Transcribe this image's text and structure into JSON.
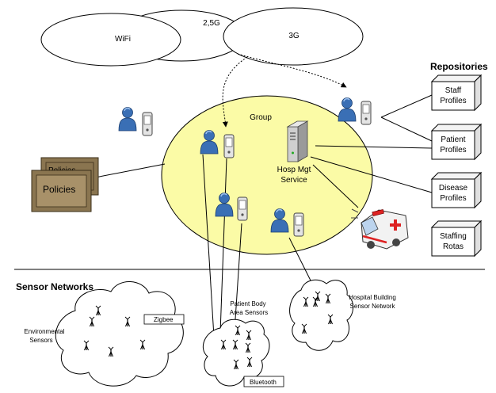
{
  "networks": {
    "wifi": "WiFi",
    "g25": "2,5G",
    "g3": "3G"
  },
  "group": {
    "label": "Group"
  },
  "server": {
    "line1": "Hosp Mgt",
    "line2": "Service"
  },
  "policies": {
    "front": "Policies",
    "back": "Policies"
  },
  "repositories": {
    "title": "Repositories",
    "items": [
      {
        "line1": "Staff",
        "line2": "Profiles"
      },
      {
        "line1": "Patient",
        "line2": "Profiles"
      },
      {
        "line1": "Disease",
        "line2": "Profiles"
      },
      {
        "line1": "Staffing",
        "line2": "Rotas"
      }
    ]
  },
  "sensor_networks": {
    "title": "Sensor Networks",
    "environmental": {
      "line1": "Environmental",
      "line2": "Sensors",
      "tag": "Zigbee"
    },
    "body": {
      "line1": "Patient Body",
      "line2": "Area Sensors",
      "tag": "Bluetooth"
    },
    "building": {
      "line1": "Hospital Building",
      "line2": "Sensor Network"
    }
  },
  "icons": {
    "user": "user-icon",
    "phone": "mobile-phone-icon",
    "server": "server-icon",
    "ambulance": "ambulance-icon",
    "antenna": "antenna-icon"
  }
}
